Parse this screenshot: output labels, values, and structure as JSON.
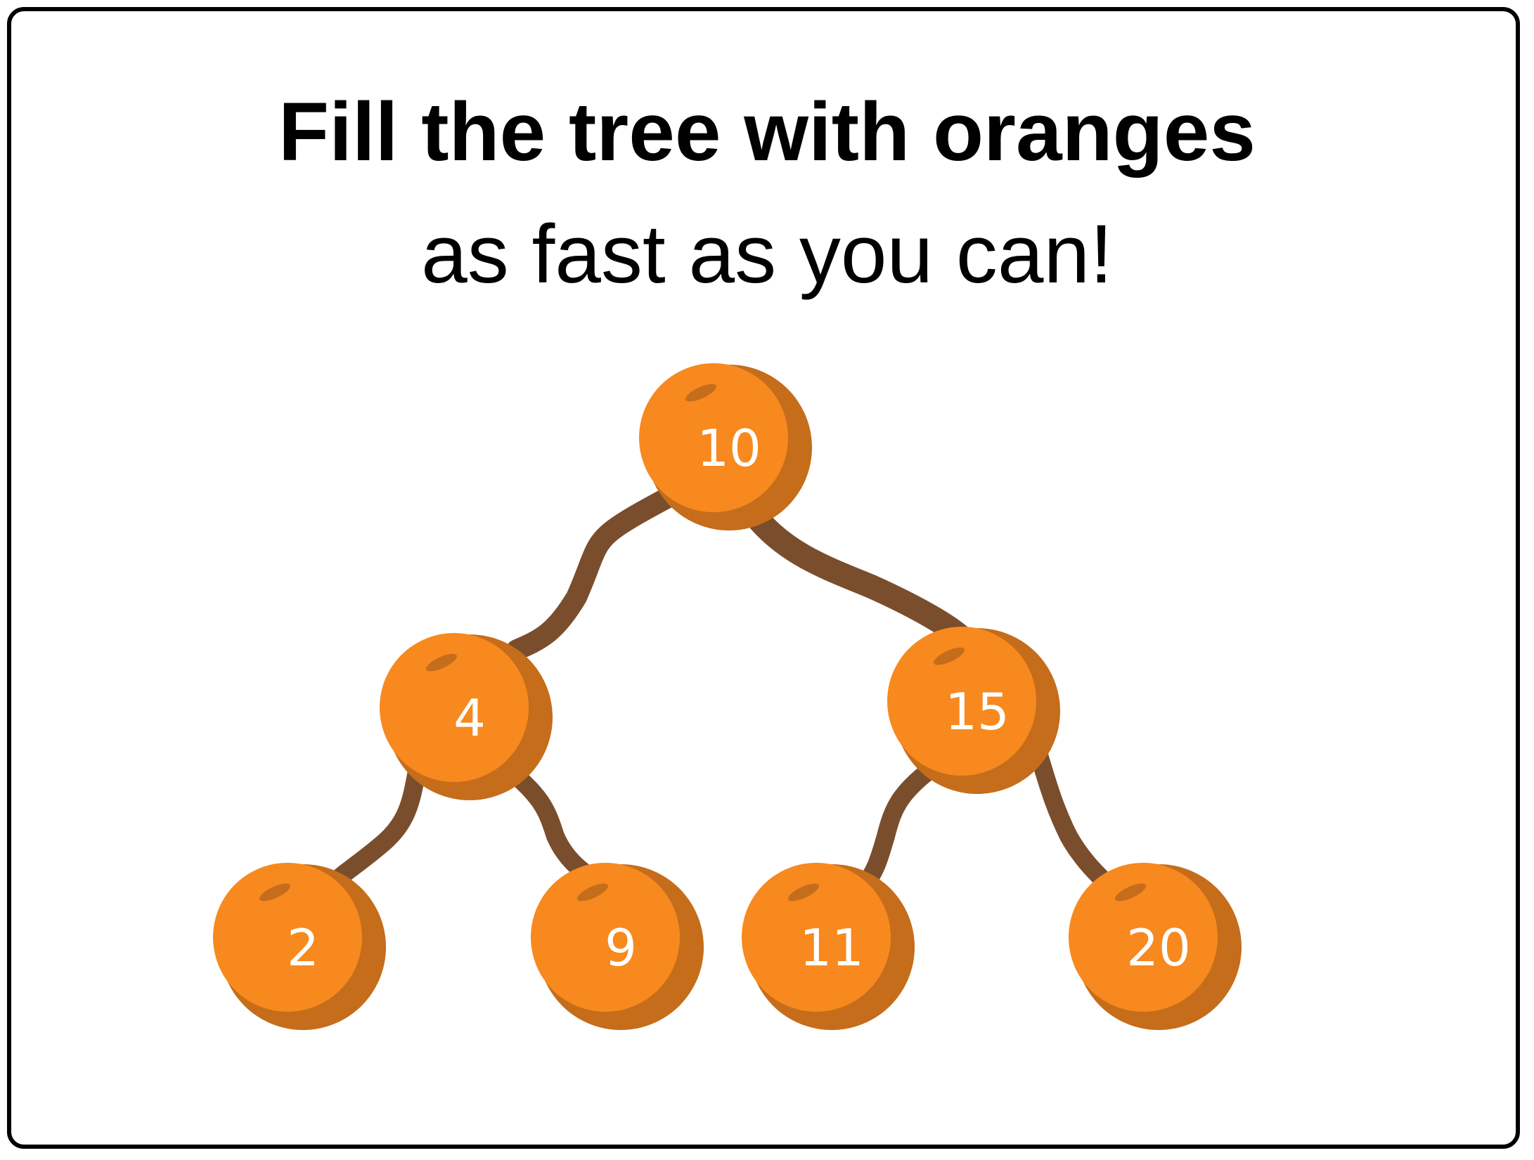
{
  "heading": {
    "title": "Fill the tree with oranges",
    "subtitle": "as fast as you can!"
  },
  "colors": {
    "branch": "#7a4e2c",
    "orange": "#f7891f",
    "orange_shade": "#c56d1a",
    "frame": "#000000",
    "label": "#ffffff"
  },
  "tree": {
    "nodes": [
      {
        "id": "n10",
        "value": "10"
      },
      {
        "id": "n4",
        "value": "4"
      },
      {
        "id": "n15",
        "value": "15"
      },
      {
        "id": "n2",
        "value": "2"
      },
      {
        "id": "n9",
        "value": "9"
      },
      {
        "id": "n11",
        "value": "11"
      },
      {
        "id": "n20",
        "value": "20"
      }
    ],
    "edges": [
      {
        "from": "n10",
        "to": "n4"
      },
      {
        "from": "n10",
        "to": "n15"
      },
      {
        "from": "n4",
        "to": "n2"
      },
      {
        "from": "n4",
        "to": "n9"
      },
      {
        "from": "n15",
        "to": "n11"
      },
      {
        "from": "n15",
        "to": "n20"
      }
    ]
  }
}
